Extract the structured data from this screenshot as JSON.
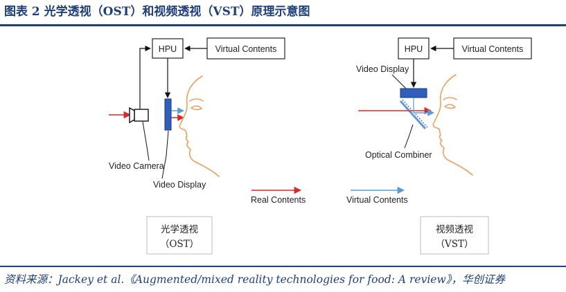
{
  "header": {
    "title": "图表 2   光学透视（OST）和视频透视（VST）原理示意图"
  },
  "diagram": {
    "ost": {
      "hpu": "HPU",
      "virtual_contents": "Virtual Contents",
      "video_camera": "Video Camera",
      "video_display": "Video Display",
      "caption_line1": "光学透视",
      "caption_line2": "（OST）"
    },
    "vst": {
      "hpu": "HPU",
      "virtual_contents": "Virtual Contents",
      "video_display": "Video Display",
      "optical_combiner": "Optical Combiner",
      "caption_line1": "视频透视",
      "caption_line2": "（VST）"
    },
    "legend": {
      "real_contents": "Real Contents",
      "virtual_contents": "Virtual Contents"
    },
    "colors": {
      "real_arrow": "#d42a2a",
      "virtual_arrow": "#5b9bd5",
      "display_fill": "#2f5fb8",
      "face_stroke": "#e8a060",
      "brand_blue": "#1f3f7a"
    }
  },
  "footer": {
    "source": "资料来源：Jackey et al.《Augmented/mixed reality technologies for food: A review》，华创证券"
  }
}
